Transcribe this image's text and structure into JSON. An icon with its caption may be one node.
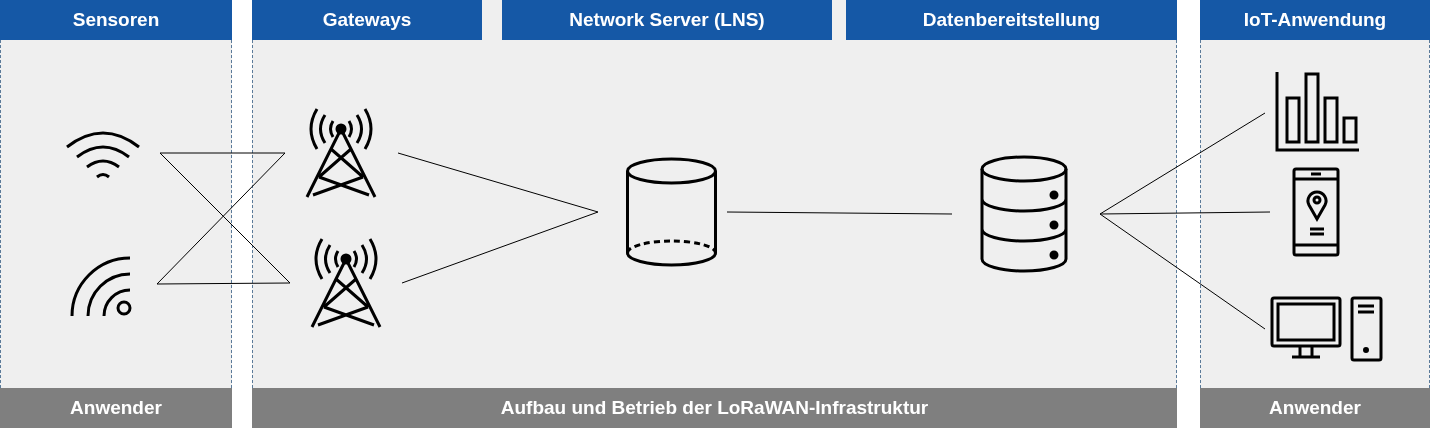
{
  "diagram": {
    "nodes": [
      {
        "text": [
          "Sensoren"
        ]
      },
      {
        "text": [
          "Gateways"
        ]
      },
      {
        "text": [
          "Network Server (LNS)"
        ]
      },
      {
        "text": [
          "Datenbereitstellung"
        ]
      },
      {
        "text": [
          "IoT-Anwendung"
        ]
      },
      {
        "text": [
          "Anwender"
        ]
      },
      {
        "text": [
          "Aufbau und Betrieb der LoRaWAN-Infrastruktur"
        ]
      },
      {
        "text": [
          "Anwender"
        ]
      },
      {
        "text": [],
        "shape": "wifi"
      },
      {
        "text": [],
        "shape": "signal"
      },
      {
        "text": [],
        "shape": "antenna"
      },
      {
        "text": [],
        "shape": "antenna"
      },
      {
        "text": [],
        "shape": "cylinder"
      },
      {
        "text": [],
        "shape": "database"
      },
      {
        "text": [],
        "shape": "chart"
      },
      {
        "text": [],
        "shape": "phone"
      },
      {
        "text": [],
        "shape": "computer"
      }
    ],
    "edges": [
      {
        "from": 8,
        "to": 10,
        "arrow": "none"
      },
      {
        "from": 8,
        "to": 11,
        "arrow": "none"
      },
      {
        "from": 9,
        "to": 10,
        "arrow": "none"
      },
      {
        "from": 9,
        "to": 11,
        "arrow": "none"
      },
      {
        "from": 10,
        "to": 12,
        "arrow": "none"
      },
      {
        "from": 11,
        "to": 12,
        "arrow": "none"
      },
      {
        "from": 12,
        "to": 13,
        "arrow": "none"
      },
      {
        "from": 13,
        "to": 14,
        "arrow": "none"
      },
      {
        "from": 13,
        "to": 15,
        "arrow": "none"
      },
      {
        "from": 13,
        "to": 16,
        "arrow": "none"
      }
    ]
  }
}
